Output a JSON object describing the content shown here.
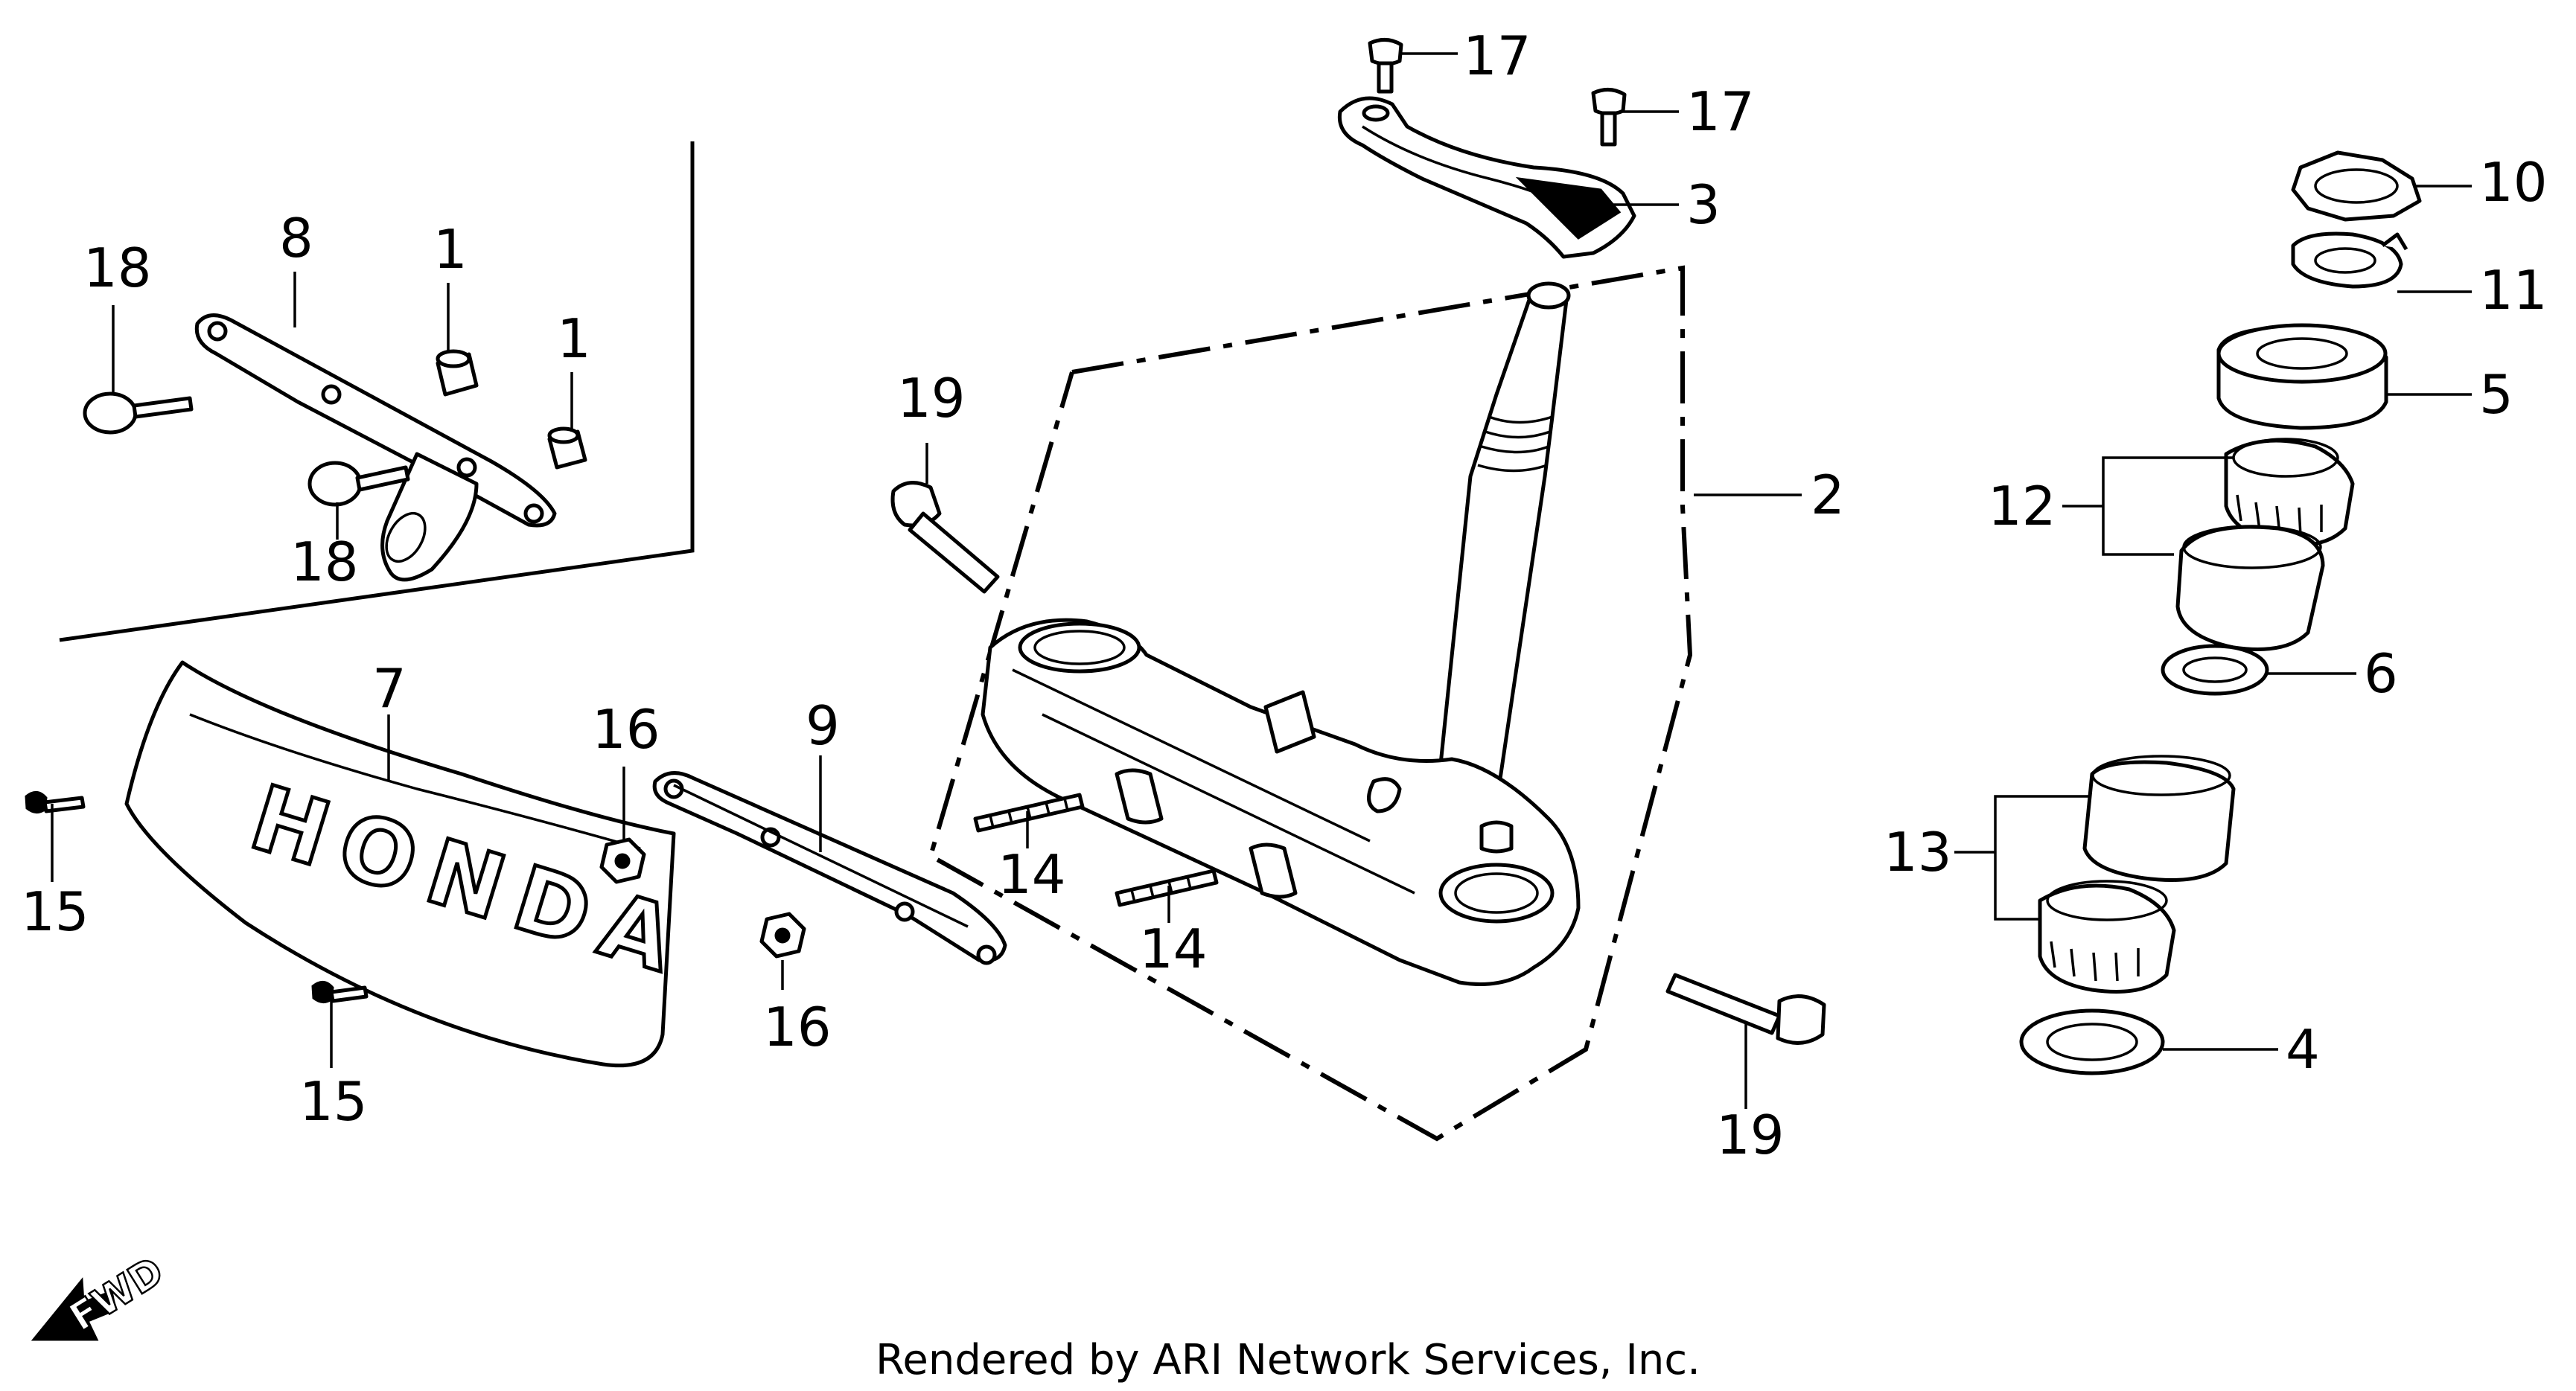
{
  "callouts": {
    "c1a": "1",
    "c1b": "1",
    "c2": "2",
    "c3": "3",
    "c4": "4",
    "c5": "5",
    "c6": "6",
    "c7": "7",
    "c8": "8",
    "c9": "9",
    "c10": "10",
    "c11": "11",
    "c12": "12",
    "c13": "13",
    "c14a": "14",
    "c14b": "14",
    "c15a": "15",
    "c15b": "15",
    "c16a": "16",
    "c16b": "16",
    "c17a": "17",
    "c17b": "17",
    "c18a": "18",
    "c18b": "18",
    "c19a": "19",
    "c19b": "19"
  },
  "emblem_text": "HONDA",
  "fwd_label": "FWD",
  "footer": "Rendered by ARI Network Services, Inc."
}
